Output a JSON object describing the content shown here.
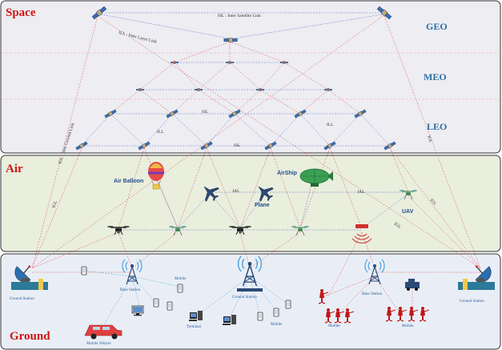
{
  "layers": {
    "space": "Space",
    "air": "Air",
    "ground": "Ground"
  },
  "orbits": {
    "geo": "GEO",
    "meo": "MEO",
    "leo": "LEO"
  },
  "link_labels": {
    "isl_inter_satellite": "ISL : Inter Satellite Link",
    "ill_inter_layer": "ILL : Inter Layer Link",
    "igl_inter_ground": "IGL : Inter Ground Link",
    "isl": "ISL",
    "ill": "ILL",
    "igl": "IGL",
    "jal": "JAL"
  },
  "air_labels": {
    "air_balloon": "Air Balloon",
    "airship": "AirShip",
    "plane": "Plane",
    "uav": "UAV"
  },
  "ground_labels": {
    "ground_station": "Ground Station",
    "base_station": "Base Station",
    "mobile": "Mobile",
    "terminal": "Terminal",
    "mobile_vehicle": "Mobile Vehicle"
  },
  "colors": {
    "space_bg": "#ededf2",
    "air_bg": "#e9eedd",
    "ground_bg": "#e9eef6",
    "layer_title": "#d01515",
    "orbit_title": "#2c6fa6",
    "link_red": "#e05050",
    "link_blue": "#5a6fc8"
  }
}
